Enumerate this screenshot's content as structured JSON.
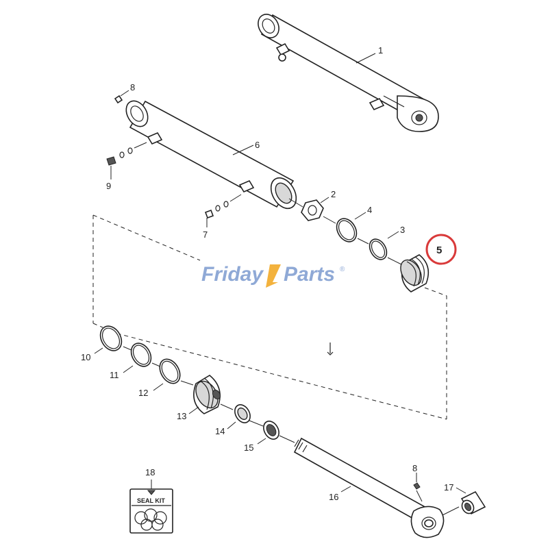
{
  "watermark": {
    "part1": "Friday",
    "part2": "Parts",
    "mark": "®",
    "color_blue": "#8fa9d6",
    "color_orange": "#f3b23d"
  },
  "highlight_color": "#d93a3a",
  "callouts": {
    "c1": "1",
    "c2": "2",
    "c3": "3",
    "c4": "4",
    "c5": "5",
    "c6": "6",
    "c7": "7",
    "c8a": "8",
    "c8b": "8",
    "c9": "9",
    "c10": "10",
    "c11": "11",
    "c12": "12",
    "c13": "13",
    "c14": "14",
    "c15": "15",
    "c16": "16",
    "c17": "17",
    "c18": "18"
  },
  "highlighted_callout": "5",
  "seal_kit": {
    "label": "SEAL KIT"
  }
}
